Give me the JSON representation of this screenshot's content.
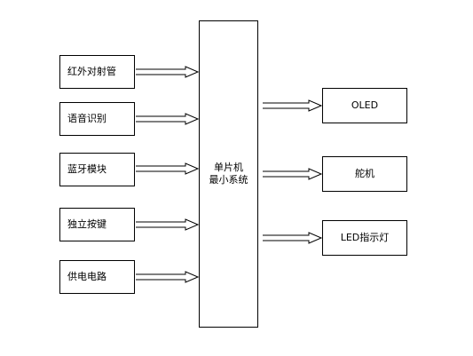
{
  "inputs": [
    {
      "label": "红外对射管"
    },
    {
      "label": "语音识别"
    },
    {
      "label": "蓝牙模块"
    },
    {
      "label": "独立按键"
    },
    {
      "label": "供电电路"
    }
  ],
  "mcu": {
    "line1": "单片机",
    "line2": "最小系统"
  },
  "outputs": [
    {
      "label": "OLED"
    },
    {
      "label": "舵机"
    },
    {
      "label": "LED指示灯"
    }
  ]
}
